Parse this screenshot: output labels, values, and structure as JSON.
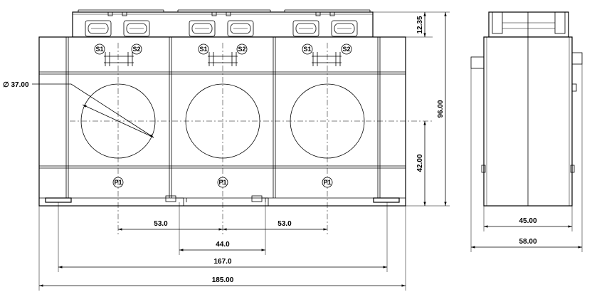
{
  "diagram": {
    "terminal_labels": {
      "s1": "S1",
      "s2": "S2",
      "p1": "P1"
    },
    "dimensions": {
      "hole_diameter": "∅ 37.00",
      "terminal_height": "12.35",
      "total_height": "96.00",
      "center_height": "42.00",
      "pitch_left": "53.0",
      "pitch_middle": "44.0",
      "pitch_right": "53.0",
      "mount_span": "167.0",
      "total_width": "185.00",
      "side_inner_depth": "45.00",
      "side_total_depth": "58.00"
    },
    "phases": [
      {
        "s1": "S1",
        "s2": "S2",
        "p1": "P1"
      },
      {
        "s1": "S1",
        "s2": "S2",
        "p1": "P1"
      },
      {
        "s1": "S1",
        "s2": "S2",
        "p1": "P1"
      }
    ]
  }
}
